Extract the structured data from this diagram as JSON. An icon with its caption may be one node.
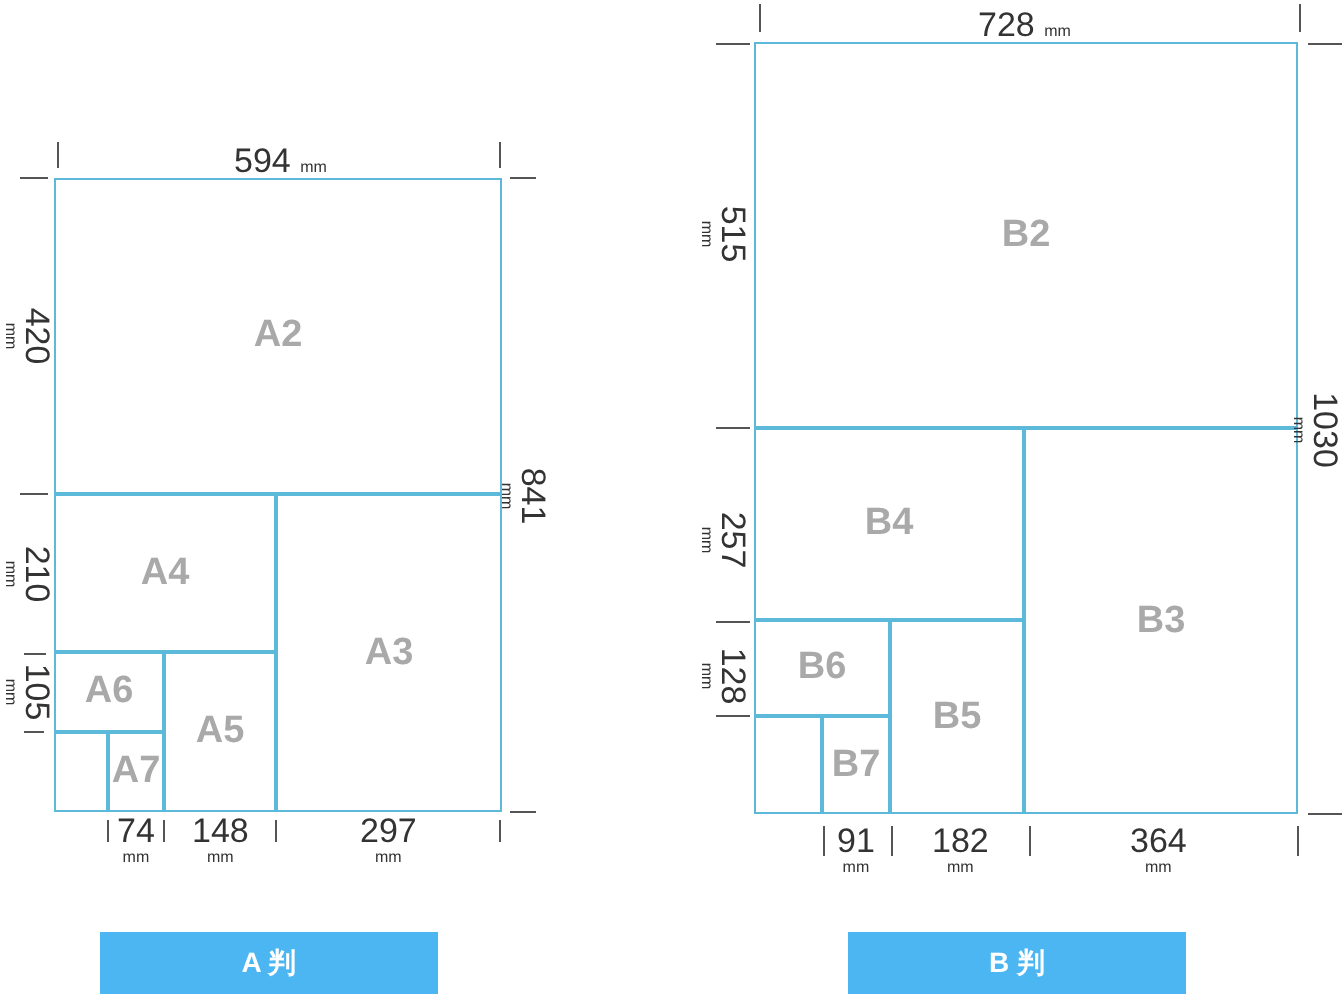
{
  "diagram": {
    "nodes": [
      {
        "text": [
          "A2"
        ]
      },
      {
        "text": [
          "A4"
        ]
      },
      {
        "text": [
          "A6"
        ]
      },
      {
        "text": [],
        "shape": "box"
      },
      {
        "text": [
          "A7"
        ]
      },
      {
        "text": [
          "A5"
        ]
      },
      {
        "text": [
          "A3"
        ]
      },
      {
        "text": [
          "A 判"
        ]
      },
      {
        "text": [
          "B2"
        ]
      },
      {
        "text": [
          "B4"
        ]
      },
      {
        "text": [
          "B6"
        ]
      },
      {
        "text": [],
        "shape": "box"
      },
      {
        "text": [
          "B7"
        ]
      },
      {
        "text": [
          "B5"
        ]
      },
      {
        "text": [
          "B3"
        ]
      },
      {
        "text": [
          "B 判"
        ]
      }
    ],
    "labels": [
      "594 mm",
      "420 mm",
      "841 mm",
      "210 mm",
      "105 mm",
      "74 mm",
      "148 mm",
      "297 mm",
      "728 mm",
      "515 mm",
      "1030 mm",
      "257 mm",
      "128 mm",
      "91 mm",
      "182 mm",
      "364 mm"
    ]
  }
}
